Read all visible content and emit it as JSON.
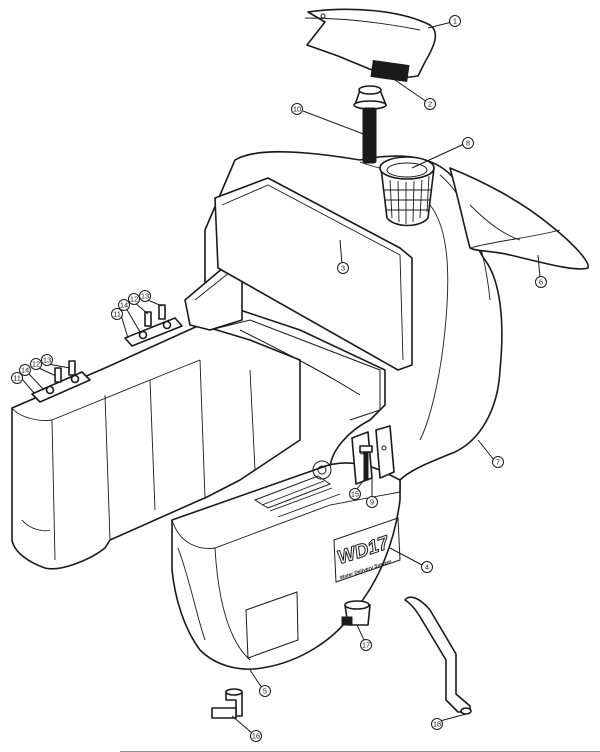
{
  "figure": {
    "logo": {
      "model": "WD17",
      "tagline": "Water Delivery System"
    },
    "callouts": [
      {
        "id": "c1",
        "label": "1"
      },
      {
        "id": "c2",
        "label": "2"
      },
      {
        "id": "c3",
        "label": "3"
      },
      {
        "id": "c4",
        "label": "4"
      },
      {
        "id": "c5",
        "label": "5"
      },
      {
        "id": "c6",
        "label": "6"
      },
      {
        "id": "c7",
        "label": "7"
      },
      {
        "id": "c8",
        "label": "8"
      },
      {
        "id": "c9",
        "label": "9"
      },
      {
        "id": "c10",
        "label": "10"
      },
      {
        "id": "c11a",
        "label": "11"
      },
      {
        "id": "c12a",
        "label": "12"
      },
      {
        "id": "c13a",
        "label": "13"
      },
      {
        "id": "c14a",
        "label": "14"
      },
      {
        "id": "c11b",
        "label": "11"
      },
      {
        "id": "c12b",
        "label": "12"
      },
      {
        "id": "c13b",
        "label": "13"
      },
      {
        "id": "c14b",
        "label": "14"
      },
      {
        "id": "c15",
        "label": "15"
      },
      {
        "id": "c16",
        "label": "16"
      },
      {
        "id": "c17",
        "label": "17"
      },
      {
        "id": "c18",
        "label": "18"
      }
    ]
  }
}
